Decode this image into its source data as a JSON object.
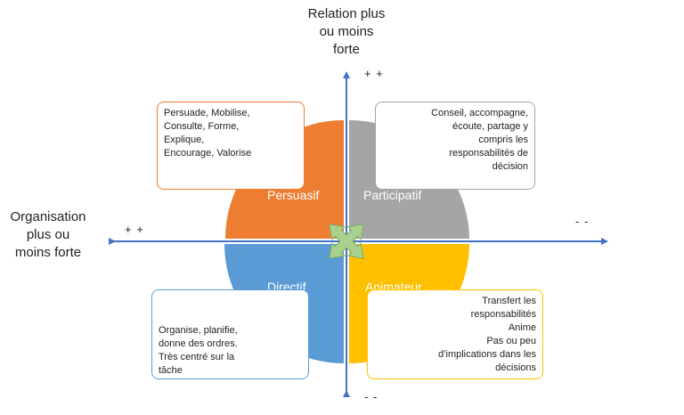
{
  "axes": {
    "vertical_title": "Relation plus ou moins forte",
    "vertical_title_lines": [
      "Relation plus",
      "ou moins",
      "forte"
    ],
    "vertical_top_mark": "+ +",
    "vertical_bottom_mark": "- -",
    "horizontal_title": "Organisation plus ou moins forte",
    "horizontal_title_lines": [
      "Organisation",
      "plus ou",
      "moins forte"
    ],
    "horizontal_left_mark": "+ +",
    "horizontal_right_mark": "- -"
  },
  "quadrants": {
    "persuasif": {
      "label": "Persuasif",
      "color": "#ED7D31",
      "text": [
        "Persuade, Mobilise,",
        "Consulte, Forme,",
        "Explique,",
        "Encourage, Valorise"
      ]
    },
    "participatif": {
      "label": "Participatif",
      "color": "#A5A5A5",
      "text": [
        "Conseil, accompagne,",
        "écoute, partage y",
        "compris les",
        "responsabilités de",
        "décision"
      ]
    },
    "directif": {
      "label": "Directif",
      "color": "#5B9BD5",
      "text": [
        "Organise, planifie,",
        "donne des ordres.",
        "Très centré sur la",
        "tâche"
      ]
    },
    "animateur": {
      "label": "Animateur",
      "color": "#FFC000",
      "text": [
        "Transfert les",
        "responsabilités",
        "Anime",
        "Pas ou peu",
        "d’implications dans les",
        "décisions"
      ]
    }
  },
  "colors": {
    "axis": "#4472C4",
    "center_arrows": "#A9D18E"
  }
}
